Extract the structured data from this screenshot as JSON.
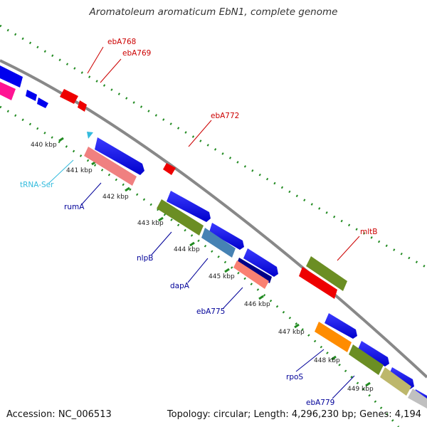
{
  "title": "Aromatoleum aromaticum EbN1, complete genome",
  "accession": "Accession: NC_006513",
  "topology": "Topology: circular; Length: 4,296,230 bp; Genes: 4,194",
  "kbp_labels": [
    "440 kbp",
    "441 kbp",
    "442 kbp",
    "443 kbp",
    "444 kbp",
    "445 kbp",
    "446 kbp",
    "447 kbp",
    "448 kbp",
    "449 kbp"
  ],
  "gene_labels": {
    "ebA768": "ebA768",
    "ebA769": "ebA769",
    "ebA772": "ebA772",
    "mltB": "mltB",
    "tRNA-Ser": "tRNA-Ser",
    "rumA": "rumA",
    "nlpB": "nlpB",
    "dapA": "dapA",
    "ebA775": "ebA775",
    "rpoS": "rpoS",
    "ebA779": "ebA779"
  },
  "colors": {
    "cds": "#0000ee",
    "backbone": "#888888",
    "red_feature": "#ee0000",
    "pink_feature": "#f08080",
    "olive_feature": "#6b8e23",
    "orange_feature": "#ff8c00",
    "label_red": "#cc0000",
    "label_blue": "#000099",
    "label_cyan": "#33bbdd",
    "tick_green": "#228b22"
  }
}
